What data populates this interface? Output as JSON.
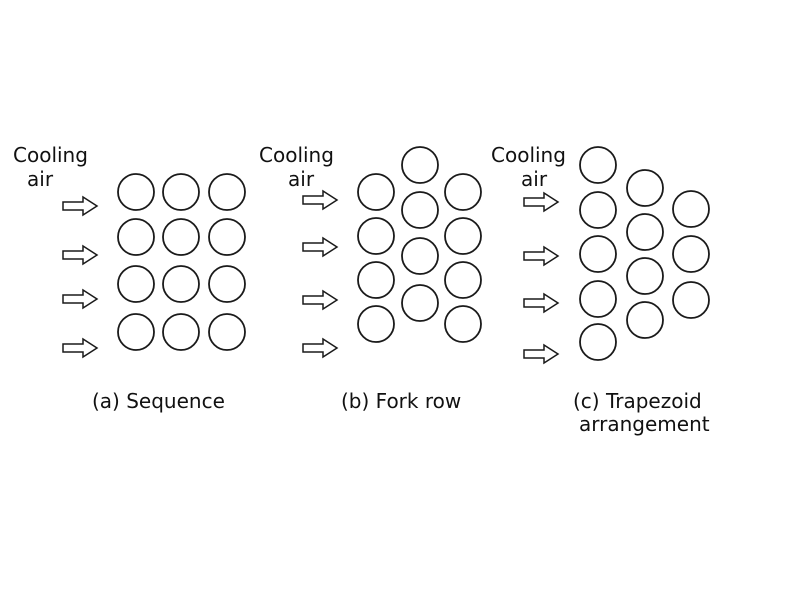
{
  "colors": {
    "stroke": "#1a1a1a",
    "text": "#111111",
    "background": "#ffffff"
  },
  "panels": [
    {
      "inlet_line1": "Cooling",
      "inlet_line2": "air",
      "caption_line1": "(a) Sequence",
      "caption_line2": ""
    },
    {
      "inlet_line1": "Cooling",
      "inlet_line2": "air",
      "caption_line1": "(b) Fork row",
      "caption_line2": ""
    },
    {
      "inlet_line1": "Cooling",
      "inlet_line2": "air",
      "caption_line1": "(c) Trapezoid",
      "caption_line2": "arrangement"
    }
  ]
}
